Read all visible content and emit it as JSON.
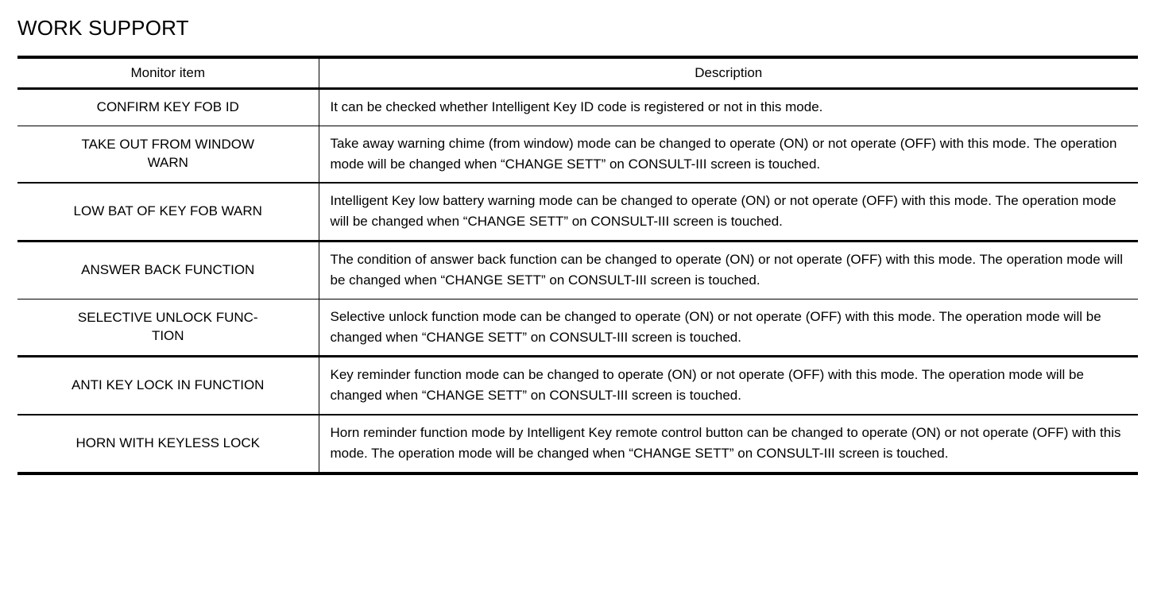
{
  "page": {
    "title": "WORK SUPPORT"
  },
  "table": {
    "columns": [
      {
        "key": "monitor_item",
        "label": "Monitor item"
      },
      {
        "key": "description",
        "label": "Description"
      }
    ],
    "rows": [
      {
        "monitor_item": "CONFIRM KEY FOB ID",
        "monitor_item_lines": [
          "CONFIRM KEY FOB ID"
        ],
        "description": "It can be checked whether Intelligent Key ID code is registered or not in this mode.",
        "rule_below": "thin"
      },
      {
        "monitor_item": "TAKE OUT FROM WINDOW WARN",
        "monitor_item_lines": [
          "TAKE OUT FROM WINDOW",
          "WARN"
        ],
        "description": "Take away warning chime (from window) mode can be changed to operate (ON) or not operate (OFF) with this mode. The operation mode will be changed when “CHANGE SETT” on CONSULT-III screen is touched.",
        "rule_below": "medium"
      },
      {
        "monitor_item": "LOW BAT OF KEY FOB WARN",
        "monitor_item_lines": [
          "LOW BAT OF KEY FOB WARN"
        ],
        "description": "Intelligent Key low battery warning mode can be changed to operate (ON) or not operate (OFF) with this mode. The operation mode will be changed when “CHANGE SETT” on CONSULT-III screen is touched.",
        "rule_below": "thick"
      },
      {
        "monitor_item": "ANSWER BACK FUNCTION",
        "monitor_item_lines": [
          "ANSWER BACK FUNCTION"
        ],
        "description": "The condition of answer back function can be changed to operate (ON) or not operate (OFF) with this mode. The operation mode will be changed when “CHANGE SETT” on CONSULT-III screen is touched.",
        "rule_below": "thin"
      },
      {
        "monitor_item": "SELECTIVE UNLOCK FUNC-TION",
        "monitor_item_lines": [
          "SELECTIVE UNLOCK FUNC-",
          "TION"
        ],
        "description": "Selective unlock function mode can be changed to operate (ON) or not operate (OFF) with this mode. The operation mode will be changed when “CHANGE SETT” on CONSULT-III screen is touched.",
        "rule_below": "thick"
      },
      {
        "monitor_item": "ANTI KEY LOCK IN FUNCTION",
        "monitor_item_lines": [
          "ANTI KEY LOCK IN FUNCTION"
        ],
        "description": "Key reminder function mode can be changed to operate (ON) or not operate (OFF) with this mode. The operation mode will be changed when “CHANGE SETT” on CONSULT-III screen is touched.",
        "rule_below": "medium"
      },
      {
        "monitor_item": "HORN WITH KEYLESS LOCK",
        "monitor_item_lines": [
          "HORN WITH KEYLESS LOCK"
        ],
        "description": "Horn reminder function mode by Intelligent Key remote control button can be changed to operate (ON) or not operate (OFF) with this mode. The operation mode will be changed when “CHANGE SETT” on CONSULT-III screen is touched.",
        "rule_below": "bottom"
      }
    ]
  },
  "colors": {
    "text": "#000000",
    "background": "#ffffff",
    "rule": "#000000"
  }
}
